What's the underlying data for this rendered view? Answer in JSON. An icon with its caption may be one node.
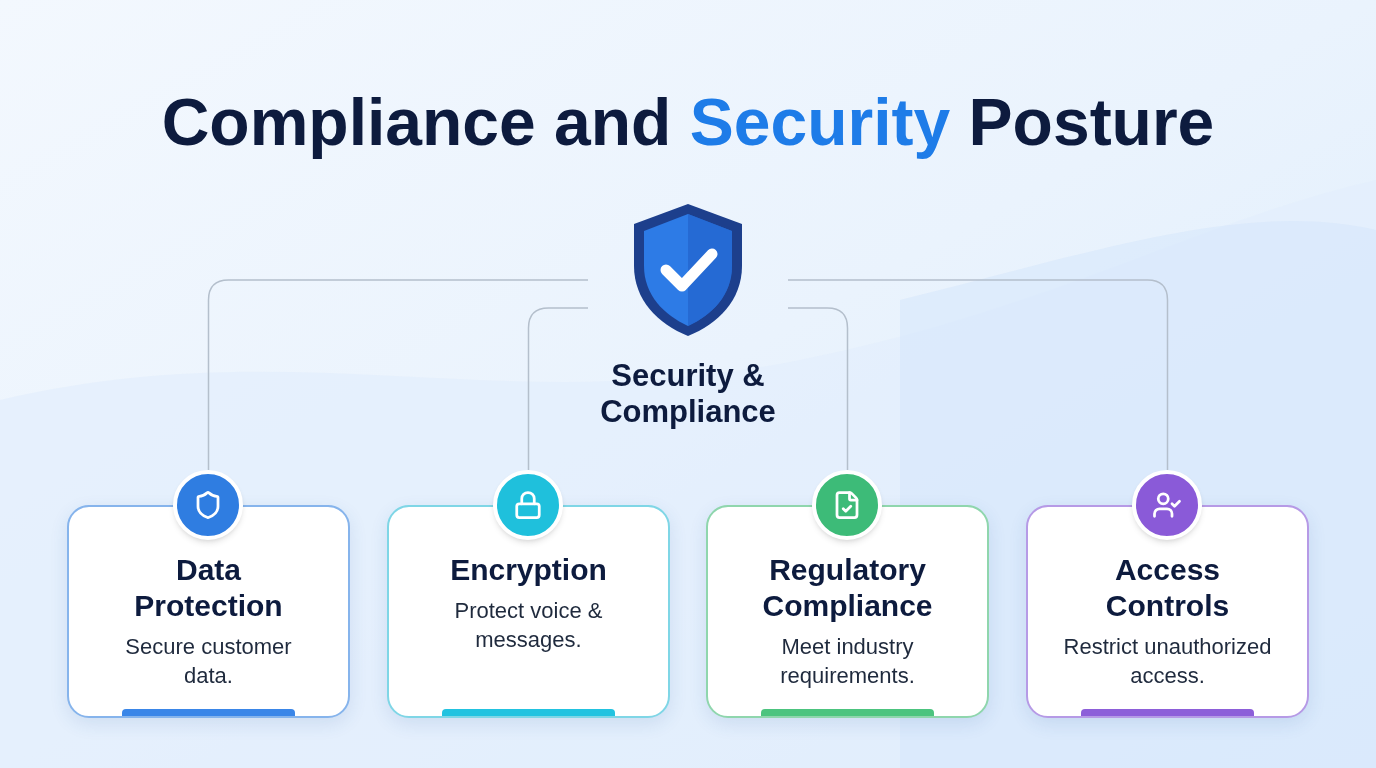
{
  "diagram": {
    "title": "Compliance and **Security** Posture",
    "nodes": [
      {
        "text": [
          "Security & Compliance"
        ]
      },
      {
        "text": [
          "Data Protection",
          "Secure customer data."
        ]
      },
      {
        "text": [
          "Encryption",
          "Protect voice & messages."
        ]
      },
      {
        "text": [
          "Regulatory Compliance",
          "Meet industry requirements."
        ]
      },
      {
        "text": [
          "Access Controls",
          "Restrict unauthorized access."
        ]
      }
    ],
    "edges": [
      {
        "from": 0,
        "to": 1,
        "arrow": "none"
      },
      {
        "from": 0,
        "to": 2,
        "arrow": "none"
      },
      {
        "from": 0,
        "to": 3,
        "arrow": "none"
      },
      {
        "from": 0,
        "to": 4,
        "arrow": "none"
      }
    ]
  }
}
